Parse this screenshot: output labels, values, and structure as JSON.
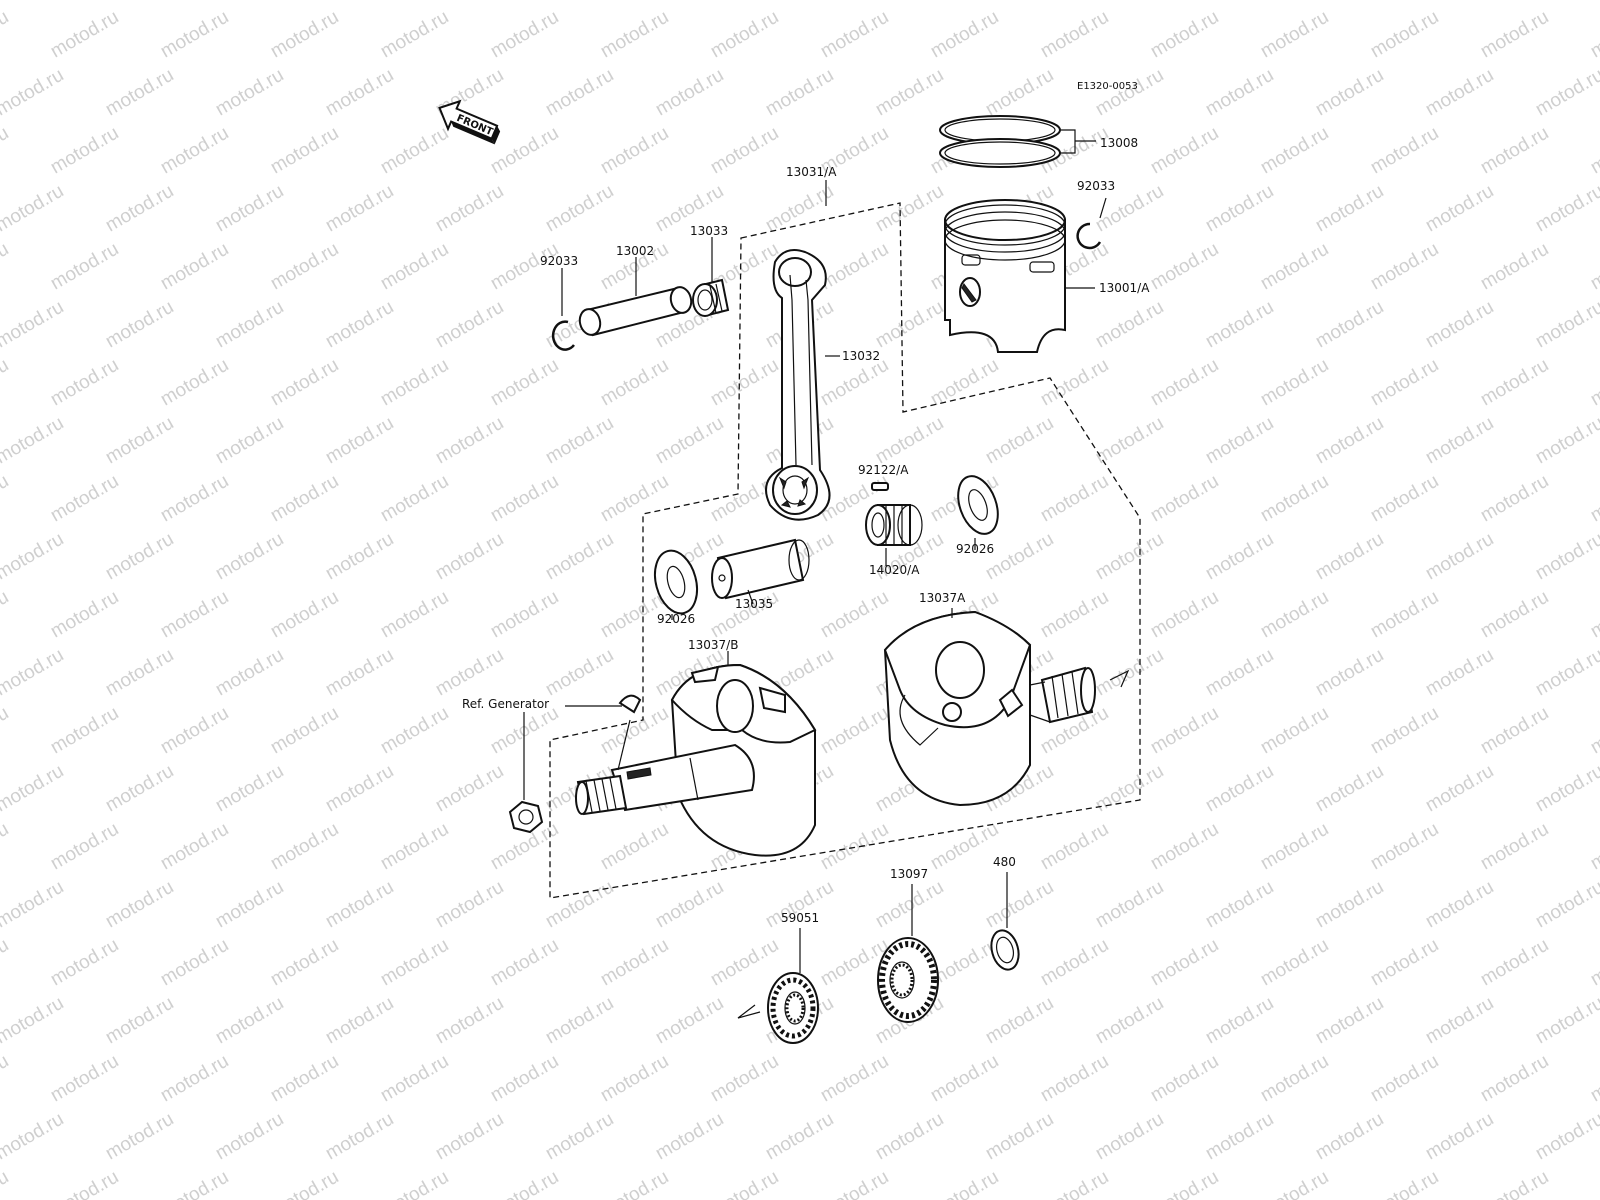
{
  "diagram": {
    "code": "E1320-0053",
    "front_label": "FRONT",
    "watermark": "motod.ru",
    "parts": [
      {
        "id": "13008",
        "label": "13008"
      },
      {
        "id": "92033-r",
        "label": "92033"
      },
      {
        "id": "13001",
        "label": "13001/A"
      },
      {
        "id": "13031",
        "label": "13031/A"
      },
      {
        "id": "13033",
        "label": "13033"
      },
      {
        "id": "13002",
        "label": "13002"
      },
      {
        "id": "92033-l",
        "label": "92033"
      },
      {
        "id": "13032",
        "label": "13032"
      },
      {
        "id": "92122",
        "label": "92122/A"
      },
      {
        "id": "92026-r",
        "label": "92026"
      },
      {
        "id": "14020",
        "label": "14020/A"
      },
      {
        "id": "13035",
        "label": "13035"
      },
      {
        "id": "92026-l",
        "label": "92026"
      },
      {
        "id": "13037a",
        "label": "13037A"
      },
      {
        "id": "13037b",
        "label": "13037/B"
      },
      {
        "id": "refgen",
        "label": "Ref. Generator"
      },
      {
        "id": "13097",
        "label": "13097"
      },
      {
        "id": "480",
        "label": "480"
      },
      {
        "id": "59051",
        "label": "59051"
      }
    ]
  }
}
